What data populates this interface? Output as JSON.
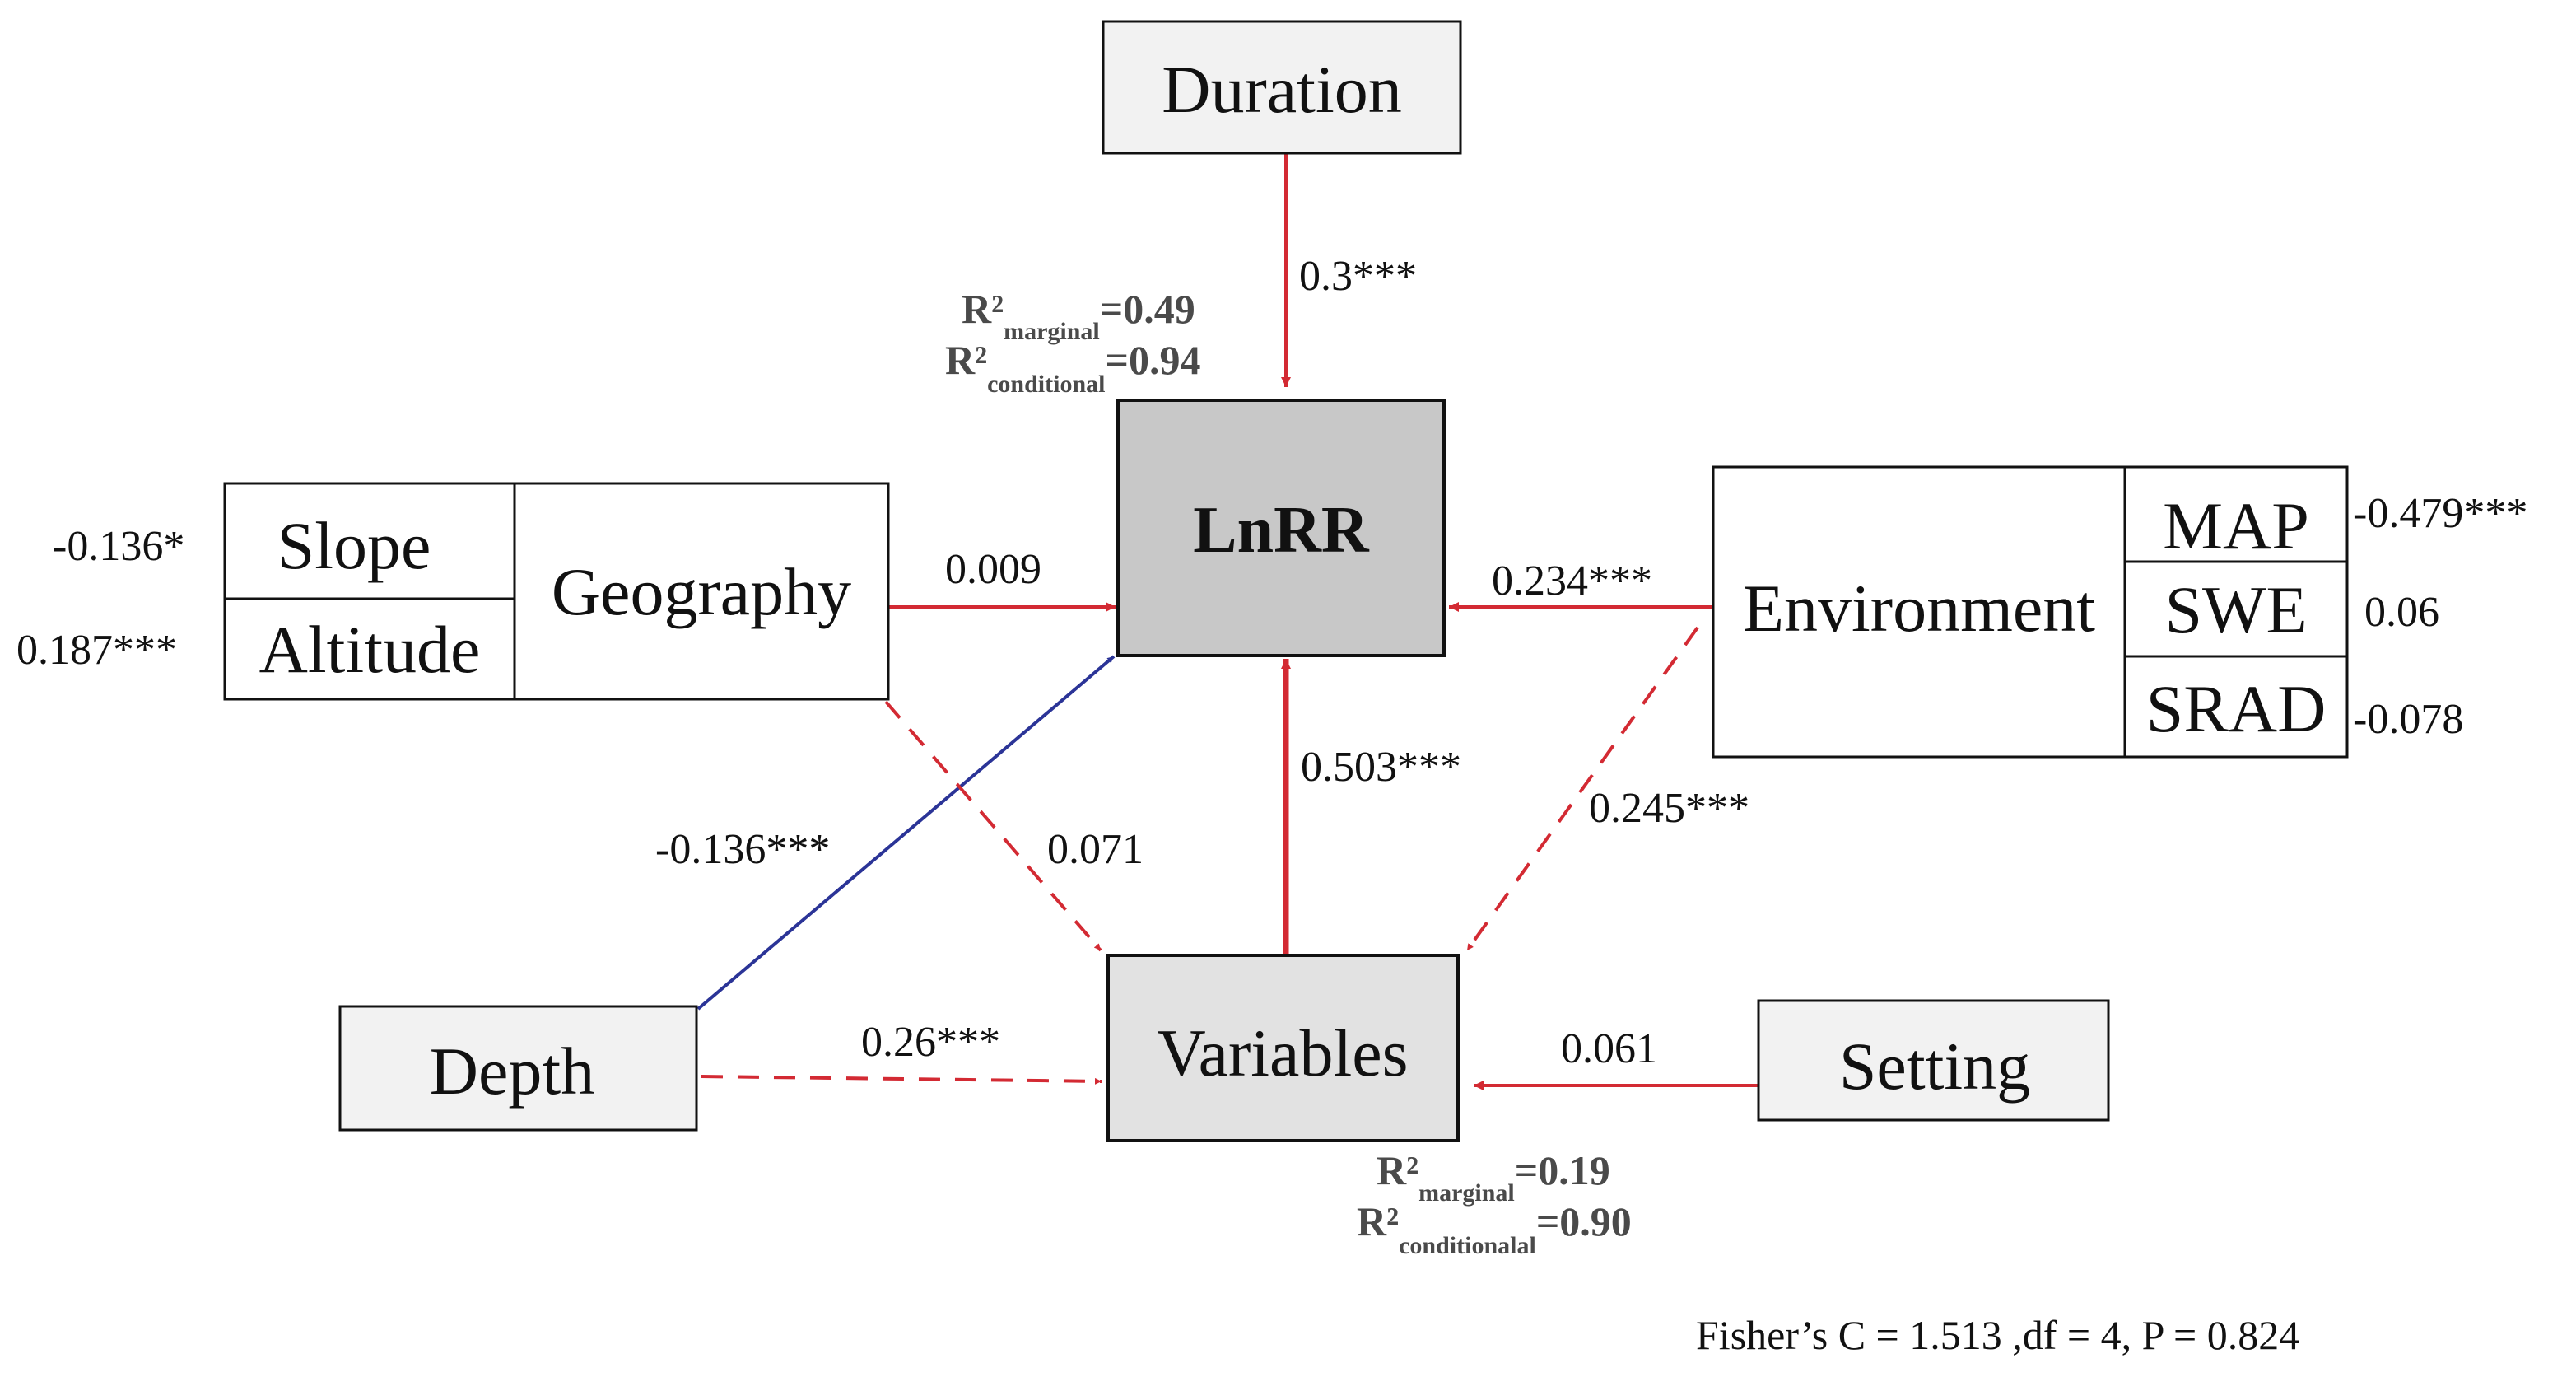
{
  "nodes": {
    "duration": "Duration",
    "lnrr": "LnRR",
    "geography": "Geography",
    "slope": "Slope",
    "altitude": "Altitude",
    "environment": "Environment",
    "map": "MAP",
    "swe": "SWE",
    "srad": "SRAD",
    "variables": "Variables",
    "depth": "Depth",
    "setting": "Setting"
  },
  "coefficients": {
    "duration_lnrr": "0.3***",
    "geography_lnrr": "0.009",
    "environment_lnrr": "0.234***",
    "variables_lnrr": "0.503***",
    "depth_lnrr": "-0.136***",
    "geography_variables": "0.071",
    "environment_variables": "0.245***",
    "depth_variables": "0.26***",
    "setting_variables": "0.061",
    "slope": "-0.136*",
    "altitude": "0.187***",
    "map": "-0.479***",
    "swe": "0.06",
    "srad": "-0.078"
  },
  "r2_lnrr": {
    "symbol": "R²",
    "marginal_sub": "marginal",
    "marginal_value": "=0.49",
    "conditional_sub": "conditional",
    "conditional_value": "=0.94"
  },
  "r2_variables": {
    "symbol": "R²",
    "marginal_sub": "marginal",
    "marginal_value": "=0.19",
    "conditional_sub": "conditionalal",
    "conditional_value": "=0.90"
  },
  "fit": "Fisher’s C = 1.513 ,df = 4, P = 0.824",
  "colors": {
    "positive_path": "#d32a33",
    "negative_path": "#2b3497",
    "box_fill_light": "#f2f2f2",
    "lnrr_fill": "#c8c8c8",
    "variables_fill": "#e2e2e2"
  }
}
